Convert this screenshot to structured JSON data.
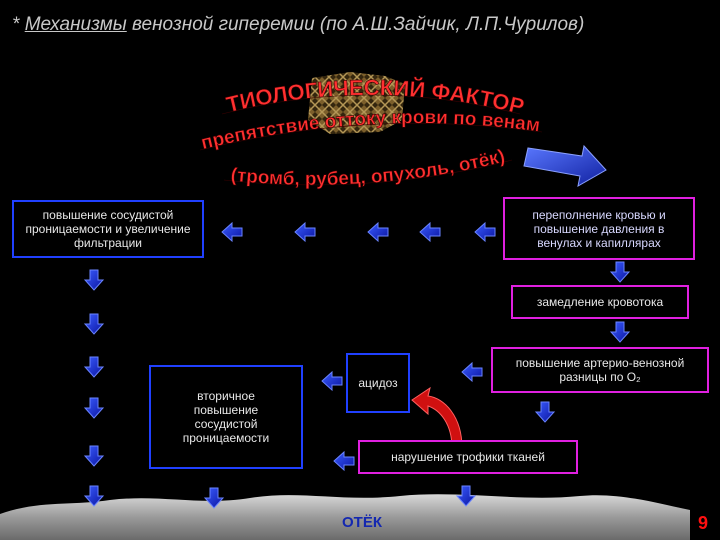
{
  "title": {
    "star": "*",
    "underlined": "Механизмы",
    "rest": " венозной гиперемии (по А.Ш.Зайчик, Л.П.Чурилов)"
  },
  "etiology": {
    "line1": "ЭТИОЛОГИЧЕСКИЙ ФАКТОР:",
    "line2": "препятствие оттоку крови по венам",
    "line3": "(тромб, рубец, опухоль, отёк)"
  },
  "boxes": {
    "permeability": "повышение сосудистой проницаемости и увеличение фильтрации",
    "overflow": "переполнение кровью и повышение давления в венулах и капиллярах",
    "slowdown": "замедление кровотока",
    "secondary": "вторичное повышение сосудистой проницаемости",
    "acidosis": "ацидоз",
    "av_diff": "повышение артерио-венозной разницы по O₂",
    "trophic": "нарушение трофики тканей",
    "edema": "ОТЁК"
  },
  "slide_number": "9",
  "colors": {
    "title": "#c8c8c8",
    "etiology_text": "#ff3030",
    "box_blue": "#2040ff",
    "box_magenta": "#e020e0",
    "arrow_fill": "#1428e0",
    "curved_arrow": "#d01010",
    "ground": "#c8c8c8",
    "slide_number": "#ff1010"
  }
}
